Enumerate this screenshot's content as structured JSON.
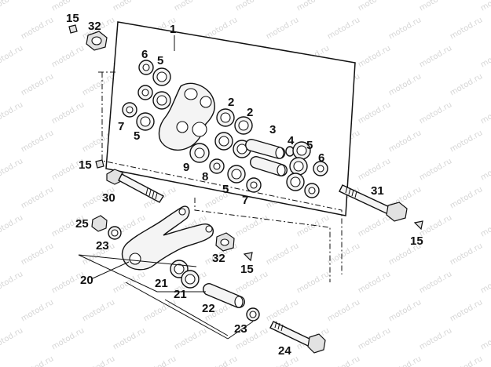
{
  "watermark": {
    "text": "motod.ru"
  },
  "callouts": {
    "c1": "1",
    "c2a": "2",
    "c2b": "2",
    "c3": "3",
    "c4": "4",
    "c5a": "5",
    "c5b": "5",
    "c5c": "5",
    "c5d": "5",
    "c6a": "6",
    "c6b": "6",
    "c7a": "7",
    "c7b": "7",
    "c8": "8",
    "c9": "9",
    "c15a": "15",
    "c15b": "15",
    "c15c": "15",
    "c15d": "15",
    "c20": "20",
    "c21a": "21",
    "c21b": "21",
    "c22": "22",
    "c23a": "23",
    "c23b": "23",
    "c24": "24",
    "c25": "25",
    "c30": "30",
    "c31": "31",
    "c32a": "32",
    "c32b": "32"
  }
}
